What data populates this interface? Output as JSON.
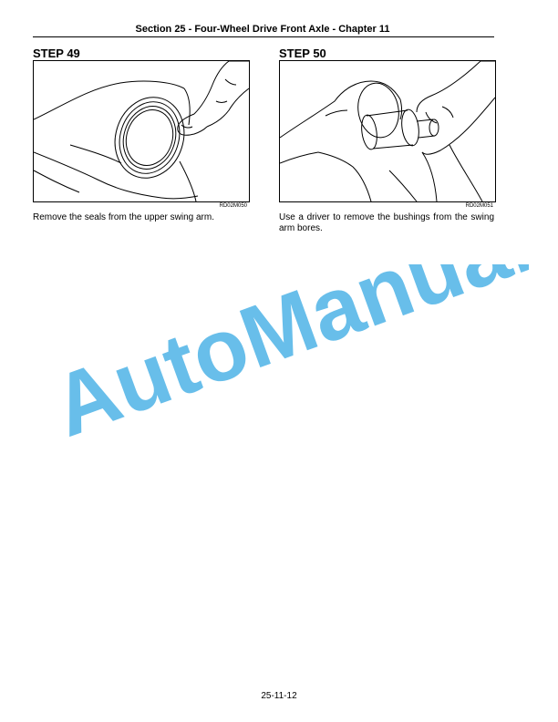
{
  "header": {
    "title": "Section 25 - Four-Wheel Drive Front Axle - Chapter 11"
  },
  "steps": [
    {
      "title": "STEP  49",
      "figure_code": "RD02M050",
      "caption": "Remove the seals from the upper swing arm."
    },
    {
      "title": "STEP  50",
      "figure_code": "RD02M051",
      "caption": "Use a driver to remove the bushings from the swing arm bores."
    }
  ],
  "watermark": {
    "text": "AutoManual",
    "color": "#4db3e6"
  },
  "footer": {
    "page_number": "25-11-12"
  }
}
